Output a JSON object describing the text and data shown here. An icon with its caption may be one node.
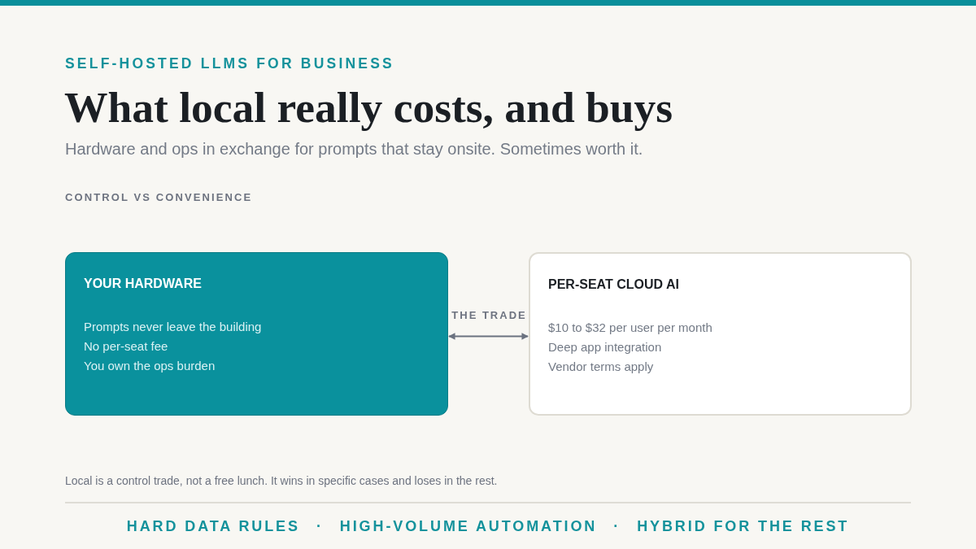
{
  "diagram": {
    "title": "What local really costs, and buys",
    "caption": "Local is a control trade, not a free lunch. It wins in specific cases and loses in the rest.",
    "nodes": [
      {
        "text": [
          "YOUR HARDWARE",
          "Prompts never leave the building",
          "No per-seat fee",
          "You own the ops burden"
        ]
      },
      {
        "text": [
          "PER-SEAT CLOUD AI",
          "$10 to $32 per user per month",
          "Deep app integration",
          "Vendor terms apply"
        ]
      }
    ],
    "edges": [
      {
        "from": 0,
        "to": 1,
        "arrow": "both",
        "label": "THE TRADE"
      }
    ],
    "labels": [
      "SELF-HOSTED LLMS FOR BUSINESS",
      "Hardware and ops in exchange for prompts that stay onsite. Sometimes worth it.",
      "CONTROL VS CONVENIENCE",
      "HARD DATA RULES",
      "·",
      "HIGH-VOLUME AUTOMATION",
      "·",
      "HYBRID FOR THE REST"
    ]
  }
}
